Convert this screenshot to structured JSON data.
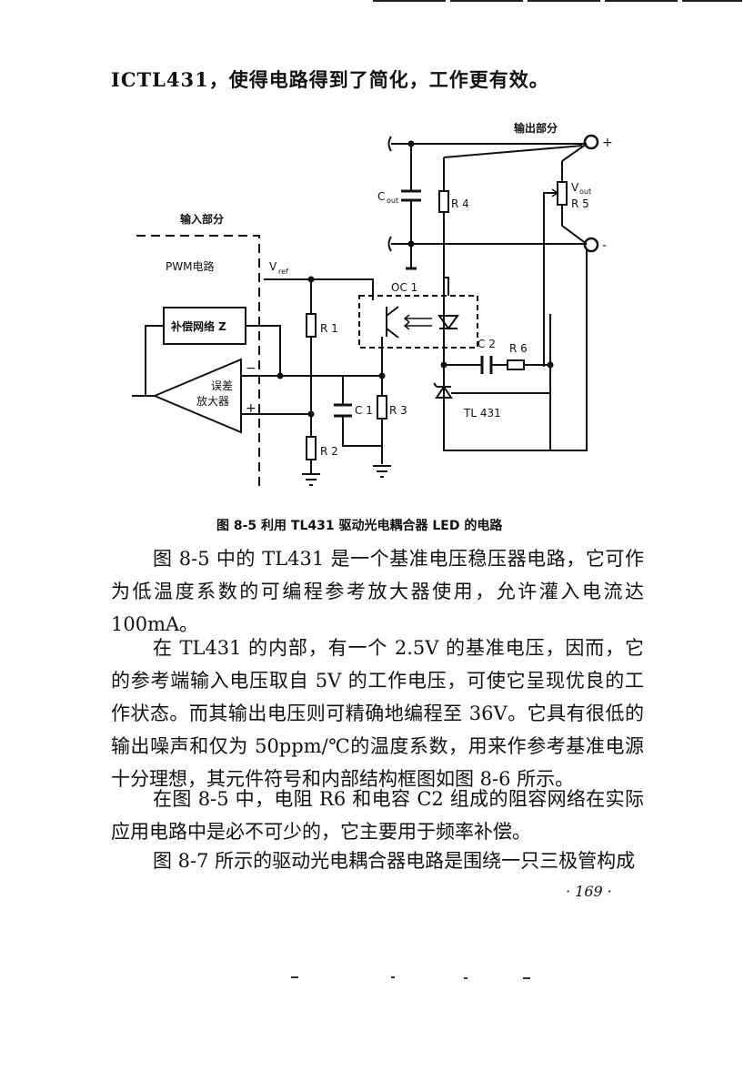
{
  "page": {
    "line1": "ICTL431，使得电路得到了简化，工作更有效。",
    "caption": "图 8-5  利用 TL431 驱动光电耦合器 LED 的电路",
    "paragraphs": [
      "图 8-5 中的 TL431 是一个基准电压稳压器电路，它可作为低温度系数的可编程参考放大器使用，允许灌入电流达 100mA。",
      "在 TL431 的内部，有一个 2.5V 的基准电压，因而，它的参考端输入电压取自 5V 的工作电压，可使它呈现优良的工作状态。而其输出电压则可精确地编程至 36V。它具有很低的输出噪声和仅为 50ppm/℃的温度系数，用来作参考基准电源十分理想，其元件符号和内部结构框图如图 8-6 所示。",
      "在图 8-5 中，电阻 R6 和电容 C2 组成的阻容网络在实际应用电路中是必不可少的，它主要用于频率补偿。",
      "图 8-7 所示的驱动光电耦合器电路是围绕一只三极管构成"
    ],
    "page_number": "· 169 ·"
  },
  "figure": {
    "output_section": "输出部分",
    "input_section": "输入部分",
    "pwm": "PWM电路",
    "vref": "V",
    "vref_sub": "ref",
    "compensation": "补偿网络 Z",
    "amp_line1": "误差",
    "amp_line2": "放大器",
    "minus": "−",
    "plus": "+",
    "oc1": "OC 1",
    "r1": "R 1",
    "r2": "R 2",
    "r3": "R 3",
    "r4": "R 4",
    "r5": "R 5",
    "r6": "R 6",
    "c1": "C 1",
    "c2": "C 2",
    "cout": "C",
    "cout_sub": "out",
    "vout": "V",
    "vout_sub": "out",
    "tl431": "TL 431",
    "out_plus": "+",
    "out_minus": "-"
  }
}
